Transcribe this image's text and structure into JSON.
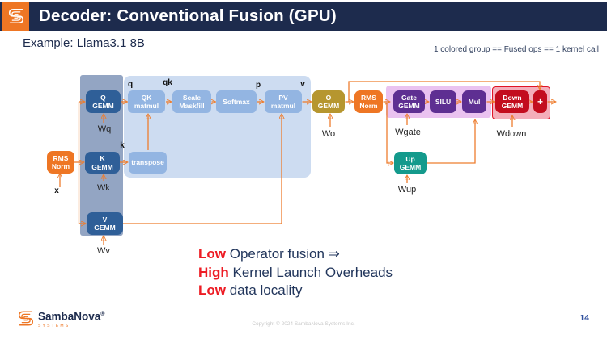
{
  "slide": {
    "title": "Decoder: Conventional Fusion (GPU)",
    "subtitle": "Example: Llama3.1 8B",
    "legend": "1 colored group == Fused ops == 1 kernel call",
    "page_number": "14",
    "copyright": "Copyright © 2024 SambaNova Systems Inc."
  },
  "brand": {
    "name": "SambaNova",
    "registered": "®",
    "subtitle": "SYSTEMS"
  },
  "diagram": {
    "nodes": {
      "rms_norm_1": "RMS\nNorm",
      "q_gemm": "Q\nGEMM",
      "k_gemm": "K\nGEMM",
      "v_gemm": "V\nGEMM",
      "transpose": "transpose",
      "qk_matmul": "QK\nmatmul",
      "scale_maskfill": "Scale\nMaskfill",
      "softmax": "Softmax",
      "pv_matmul": "PV\nmatmul",
      "o_gemm": "O\nGEMM",
      "rms_norm_2": "RMS\nNorm",
      "gate_gemm": "Gate\nGEMM",
      "silu": "SILU",
      "mul": "Mul",
      "up_gemm": "Up\nGEMM",
      "down_gemm": "Down\nGEMM",
      "add": "+"
    },
    "wire_labels": {
      "x": "x",
      "q": "q",
      "qk": "qk",
      "k": "k",
      "p": "p",
      "v": "v",
      "wq": "Wq",
      "wk": "Wk",
      "wv": "Wv",
      "wo": "Wo",
      "wgate": "Wgate",
      "wup": "Wup",
      "wdown": "Wdown"
    }
  },
  "takeaways": [
    {
      "emphasis": "Low",
      "text": " Operator fusion ⇒"
    },
    {
      "emphasis": "High",
      "text": " Kernel Launch Overheads"
    },
    {
      "emphasis": "Low",
      "text": " data locality"
    }
  ],
  "colors": {
    "header_navy": "#1d2b4d",
    "accent_orange": "#ee7624",
    "arrow_orange": "#ee7d2e",
    "qkv_column": "#93a5c3",
    "gemm_blue": "#2f5f98",
    "attention_region": "#cddcf1",
    "attention_box": "#93b5e2",
    "o_gemm_olive": "#b6962f",
    "mlp_purple": "#5e2f92",
    "mlp_region": "#eac2f0",
    "up_teal": "#149a8c",
    "down_red": "#c30d1e",
    "down_region": "#f4aeba",
    "emphasis_red": "#ed1c24",
    "body_navy": "#22365c"
  }
}
